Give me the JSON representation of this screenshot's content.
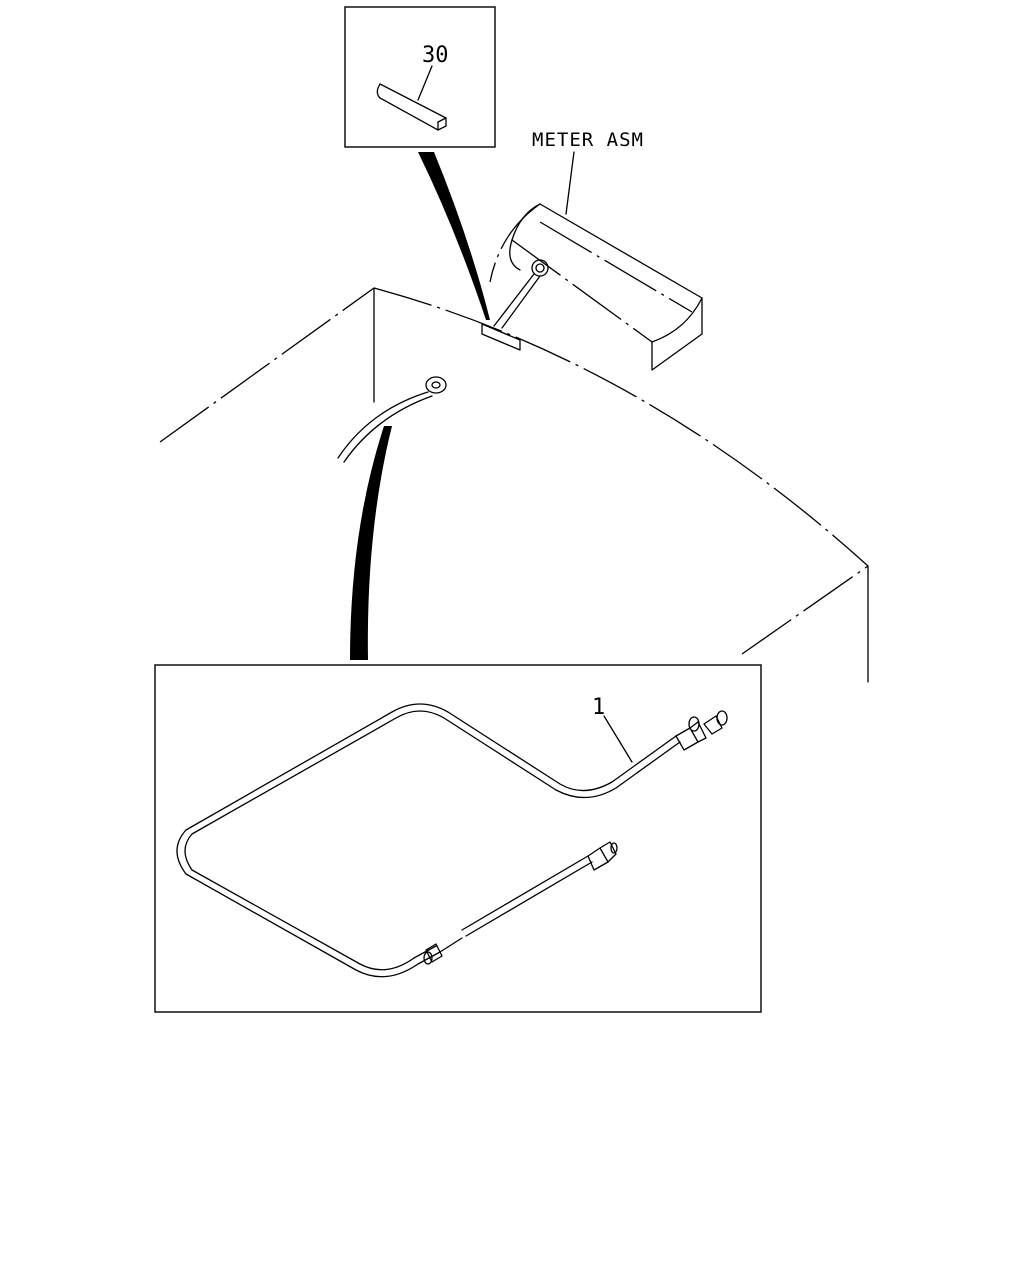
{
  "labels": {
    "inset_top_callout": "30",
    "meter_assembly": "METER ASM",
    "cable_callout": "1"
  }
}
